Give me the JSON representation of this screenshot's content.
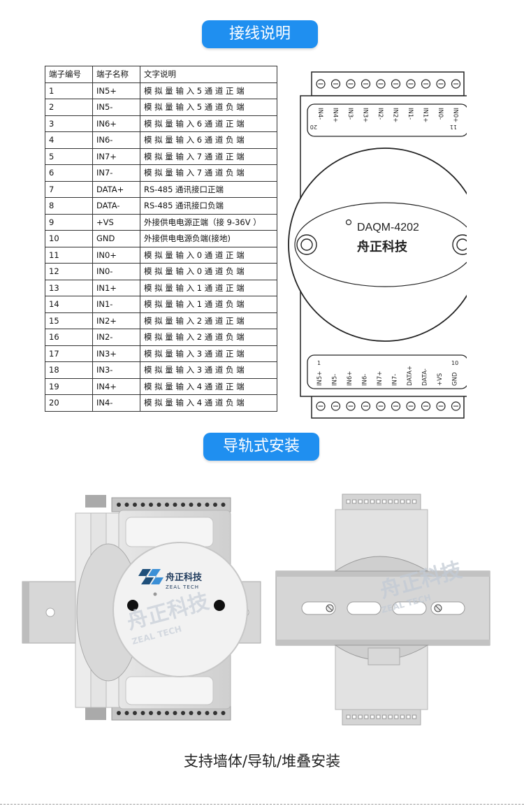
{
  "section1_title": "接线说明",
  "section2_title": "导轨式安装",
  "caption": "支持墙体/导轨/堆叠安装",
  "table": {
    "headers": [
      "端子编号",
      "端子名称",
      "文字说明"
    ],
    "rows": [
      [
        "1",
        "IN5+",
        "模 拟 量 输 入  5 通 道 正 端"
      ],
      [
        "2",
        "IN5-",
        "模 拟 量 输 入  5 通 道 负 端"
      ],
      [
        "3",
        "IN6+",
        "模 拟 量 输 入  6 通 道 正 端"
      ],
      [
        "4",
        "IN6-",
        "模 拟 量 输 入  6 通 道 负 端"
      ],
      [
        "5",
        "IN7+",
        "模 拟 量 输 入  7 通 道 正 端"
      ],
      [
        "6",
        "IN7-",
        "模 拟 量 输 入  7 通 道 负 端"
      ],
      [
        "7",
        "DATA+",
        "RS-485 通讯接口正端"
      ],
      [
        "8",
        "DATA-",
        "RS-485 通讯接口负端"
      ],
      [
        "9",
        "+VS",
        "外接供电电源正端（接 9-36V ）"
      ],
      [
        "10",
        "GND",
        "外接供电电源负端(接地)"
      ],
      [
        "11",
        "IN0+",
        "模 拟 量 输 入  0 通 道 正 端"
      ],
      [
        "12",
        "IN0-",
        "模 拟 量 输 入  0 通 道 负 端"
      ],
      [
        "13",
        "IN1+",
        "模 拟 量 输 入  1 通 道 正 端"
      ],
      [
        "14",
        "IN1-",
        "模 拟 量 输 入  1 通 道 负 端"
      ],
      [
        "15",
        "IN2+",
        "模 拟 量 输 入  2 通 道 正 端"
      ],
      [
        "16",
        "IN2-",
        "模 拟 量 输 入  2 通 道 负 端"
      ],
      [
        "17",
        "IN3+",
        "模 拟 量 输 入  3 通 道 正 端"
      ],
      [
        "18",
        "IN3-",
        "模 拟 量 输 入  3 通 道 负 端"
      ],
      [
        "19",
        "IN4+",
        "模 拟 量 输 入  4 通 道 正 端"
      ],
      [
        "20",
        "IN4-",
        "模 拟 量 输 入  4 通 道 负 端"
      ]
    ]
  },
  "device": {
    "model": "DAQM-4202",
    "brand": "舟正科技",
    "top_labels": [
      "IN4-",
      "IN4+",
      "IN3-",
      "IN3+",
      "IN2-",
      "IN2+",
      "IN1-",
      "IN1+",
      "IN0-",
      "IN0+"
    ],
    "top_first_num": "20",
    "top_last_num": "11",
    "bottom_labels": [
      "IN5+",
      "IN5-",
      "IN6+",
      "IN6-",
      "IN7+",
      "IN7-",
      "DATA+",
      "DATA-",
      "+VS",
      "GND"
    ],
    "bottom_first_num": "1",
    "bottom_last_num": "10"
  },
  "logo": {
    "brand": "舟正科技",
    "sub": "ZEAL TECH"
  },
  "colors": {
    "accent": "#1f8ff0"
  }
}
